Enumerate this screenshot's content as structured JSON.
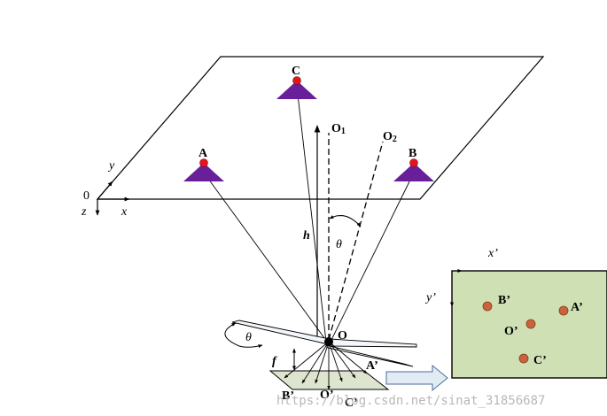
{
  "colors": {
    "landmark_fill": "#6a1f9a",
    "landmark_dot": "#e3141c",
    "image_plane_fill": "#cfe0b5",
    "image_plane_border": "#000000",
    "image_point_fill": "#c8643c",
    "sensor_fill": "#dde5cf",
    "arrow_fill": "#e1ebf4",
    "arrow_stroke": "#4a6d96",
    "watermark": "#b8b8b8"
  },
  "ground": {
    "origin_label": "0",
    "x_label": "x",
    "y_label": "y",
    "z_label": "z"
  },
  "landmarks": {
    "a": "A",
    "b": "B",
    "c": "C"
  },
  "optical": {
    "o1_label": "O",
    "o1_sub": "1",
    "o2_label": "O",
    "o2_sub": "2",
    "h_label": "h",
    "theta_top": "θ",
    "theta_rotor": "θ",
    "center_label": "O",
    "f_label": "f"
  },
  "sensor_points": {
    "a": "A’",
    "b": "B’",
    "c": "C’",
    "o": "O’"
  },
  "image": {
    "x_label": "x’",
    "y_label": "y’",
    "b_label": "B’",
    "a_label": "A’",
    "o_label": "O’",
    "c_label": "C’"
  },
  "watermark": "https://blog.csdn.net/sinat_31856687"
}
